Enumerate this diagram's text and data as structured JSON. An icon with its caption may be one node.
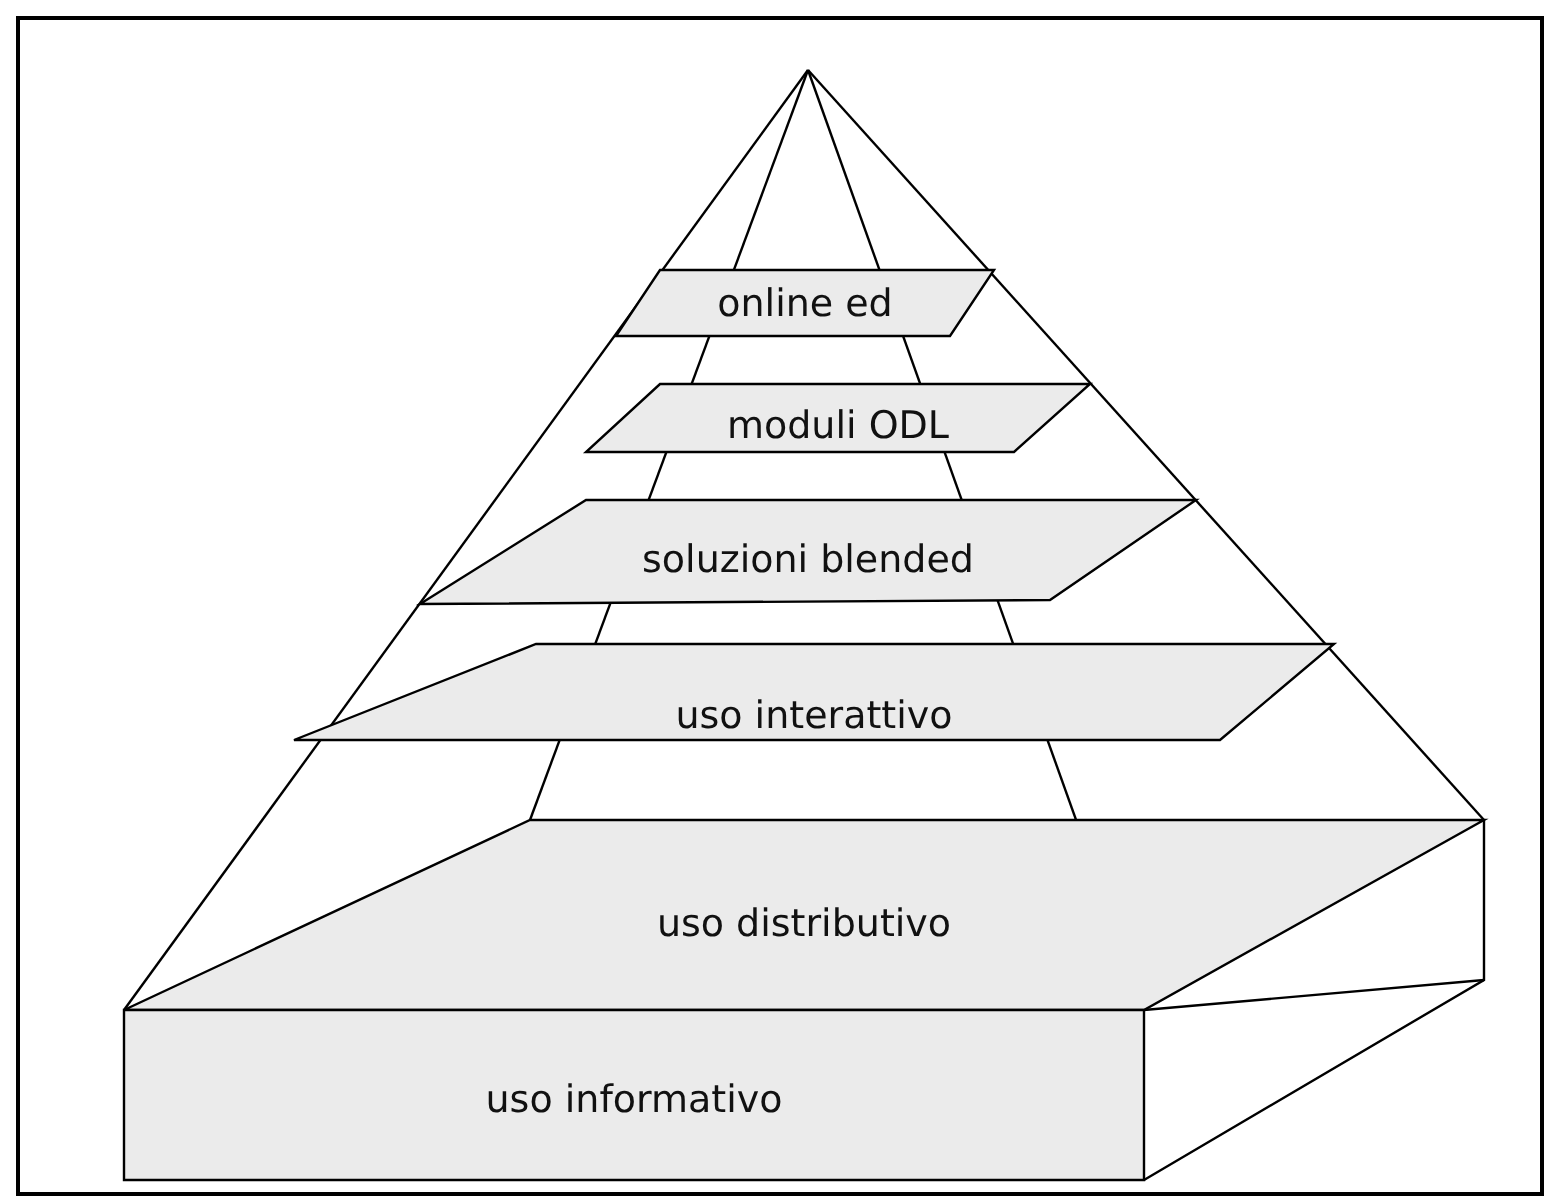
{
  "diagram": {
    "nodes": [
      {
        "text": [
          "online ed"
        ]
      },
      {
        "text": [
          "moduli ODL"
        ]
      },
      {
        "text": [
          "soluzioni blended"
        ]
      },
      {
        "text": [
          "uso interattivo"
        ]
      },
      {
        "text": [
          "uso distributivo"
        ]
      },
      {
        "text": [
          "uso informativo"
        ]
      }
    ]
  }
}
